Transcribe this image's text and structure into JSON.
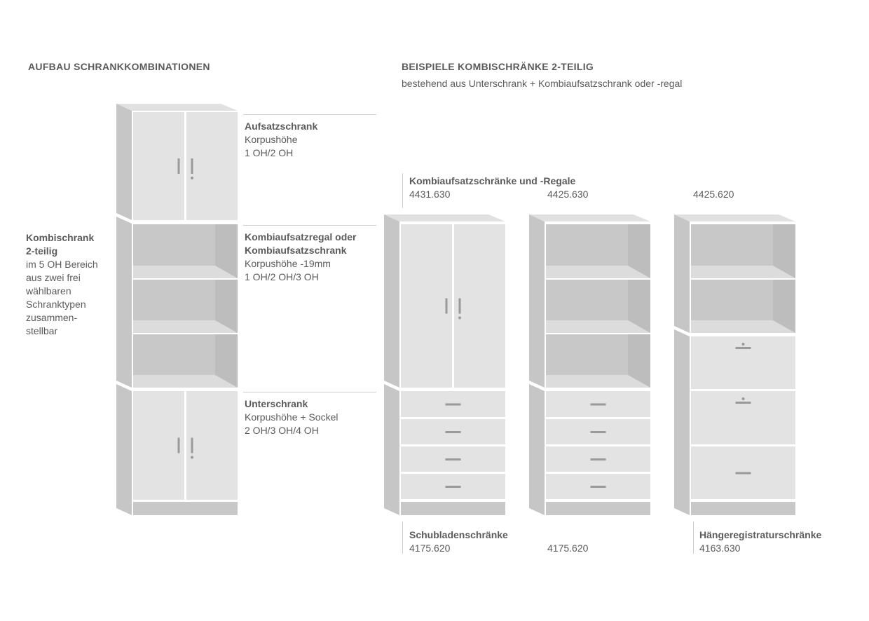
{
  "left": {
    "heading": "AUFBAU SCHRANKKOMBINATIONEN",
    "kombi": {
      "title1": "Kombischrank",
      "title2": "2-teilig",
      "lines": [
        "im 5 OH Bereich",
        "aus zwei frei",
        "wählbaren",
        "Schranktypen",
        "zusammen-",
        "stellbar"
      ]
    },
    "aufsatz": {
      "title": "Aufsatzschrank",
      "lines": [
        "Korpushöhe",
        "1 OH/2 OH"
      ]
    },
    "kombiaufsatz": {
      "title1": "Kombiaufsatzregal oder",
      "title2": "Kombiaufsatzschrank",
      "lines": [
        "Korpushöhe -19mm",
        "1 OH/2 OH/3 OH"
      ]
    },
    "unterschrank": {
      "title": "Unterschrank",
      "lines": [
        "Korpushöhe + Sockel",
        "2 OH/3 OH/4 OH"
      ]
    }
  },
  "right": {
    "heading": "BEISPIELE KOMBISCHRÄNKE 2-TEILIG",
    "subheading": "bestehend aus Unterschrank + Kombiaufsatzschrank oder -regal",
    "top_group": {
      "title": "Kombiaufsatzschränke und -Regale",
      "codes": [
        "4431.630",
        "4425.630",
        "4425.620"
      ]
    },
    "bottom_group_1": {
      "title": "Schubladenschränke",
      "codes": [
        "4175.620",
        "4175.620"
      ]
    },
    "bottom_group_2": {
      "title": "Hängeregistraturschränke",
      "code": "4163.630"
    }
  },
  "colors": {
    "text": "#5b5b5b",
    "side": "#c6c6c6",
    "front": "#e3e3e3",
    "top": "#e1e1e1",
    "back": "#c8c8c8",
    "inner_side": "#bdbdbd",
    "floor": "#dcdcdc",
    "handle": "#9a9a9a",
    "plinth": "#c8c8c8"
  }
}
